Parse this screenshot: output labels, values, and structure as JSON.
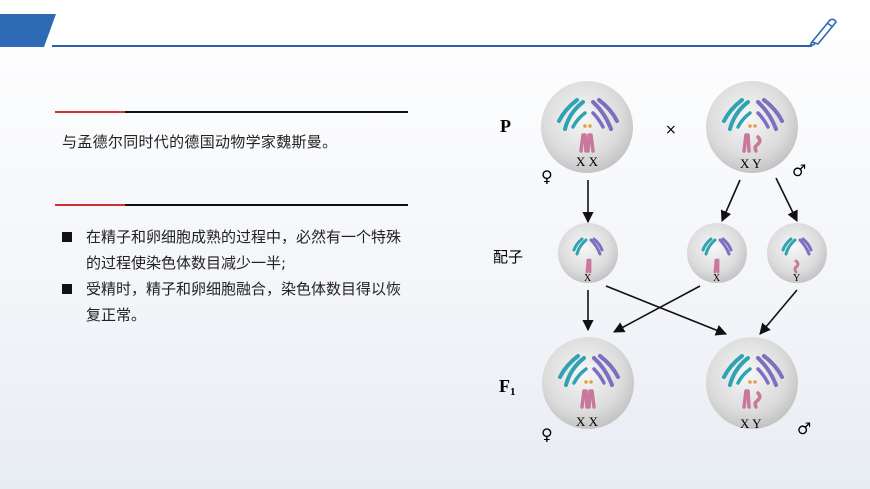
{
  "intro": "与孟德尔同时代的德国动物学家魏斯曼。",
  "bullets": [
    "在精子和卵细胞成熟的过程中，必然有一个特殊的过程使染色体数目减少一半;",
    "受精时，精子和卵细胞融合，染色体数目得以恢复正常。"
  ],
  "diagram": {
    "label_p": "P",
    "label_gametes": "配子",
    "label_f1": "F",
    "label_f1_sub": "1",
    "cross_symbol": "×",
    "female_symbol": "♀",
    "male_symbol": "♂",
    "x": "X",
    "y": "Y",
    "xx": "X X",
    "xy": "X Y"
  },
  "colors": {
    "header_blue": "#2e6ab5",
    "teal": "#2fa3b3",
    "purple": "#7b6fc0",
    "pink": "#c7789c",
    "accent_red": "#d0312d"
  }
}
